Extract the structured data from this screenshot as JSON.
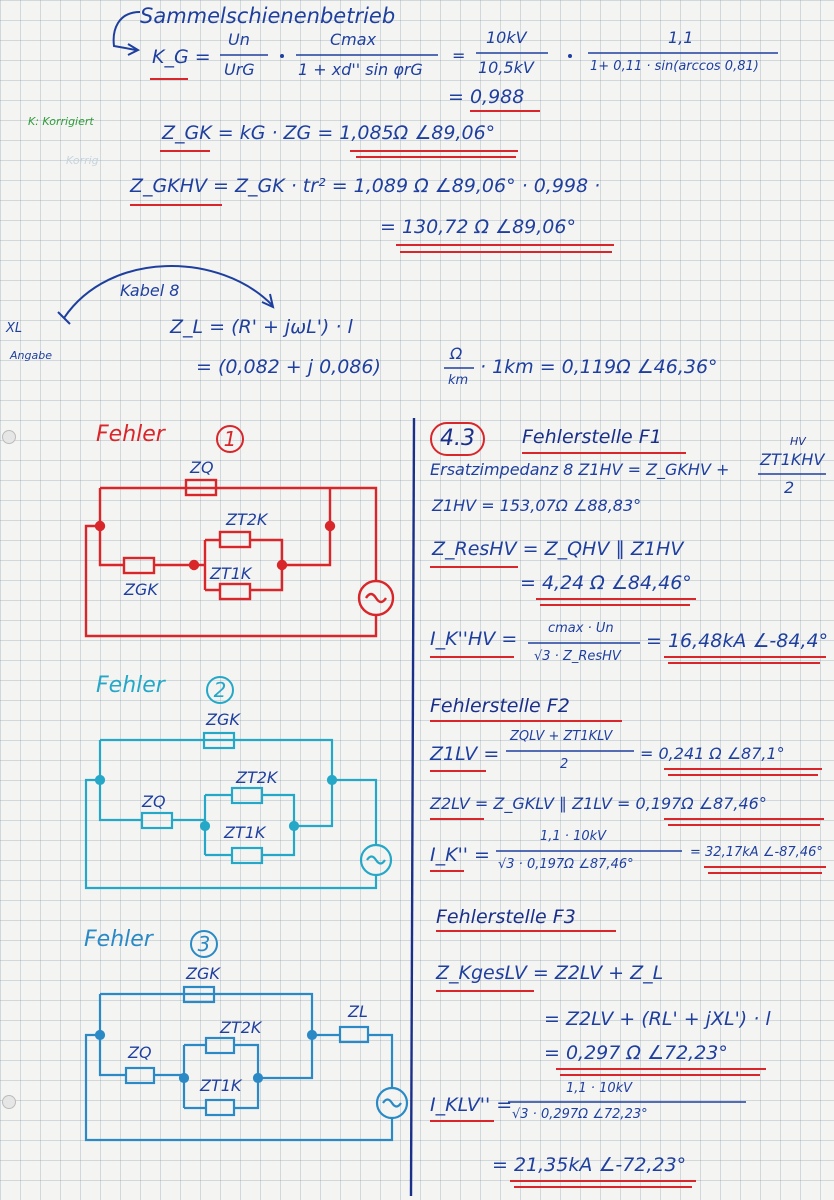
{
  "top": {
    "heading": "Sammelschienenbetrieb",
    "kg_lhs": "K_G =",
    "kg_frac1_num": "Un",
    "kg_frac1_den": "UrG",
    "kg_frac2_num": "Cmax",
    "kg_frac2_den": "1 + xd'' sin φrG",
    "kg_eq": "=",
    "kg_frac3_num": "10kV",
    "kg_frac3_den": "10,5kV",
    "kg_frac4_num": "1,1",
    "kg_frac4_den": "1+ 0,11 · sin(arccos 0,81)",
    "kg_result": "= 0,988",
    "note_green": "K: Korrigiert",
    "note_faint": "Korrig",
    "zgk_line": "Z_GK = kG · ZG = 1,085Ω ∠89,06°",
    "zgkhv_line1": "Z_GKHV = Z_GK · tr² = 1,089 Ω ∠89,06° · 0,998 ·",
    "zgkhv_line2": "= 130,72 Ω ∠89,06°"
  },
  "kabel": {
    "label": "Kabel 8",
    "side_label_1": "XL",
    "side_label_2": "Angabe",
    "zl_line1": "Z_L = (R' + jωL') · l",
    "zl_line2": "= (0,082 + j 0,086)",
    "zl_unit_num": "Ω",
    "zl_unit_den": "km",
    "zl_line2_tail": "· 1km = 0,119Ω ∠46,36°"
  },
  "left": {
    "f1_title": "Fehler",
    "f1_num": "1",
    "f2_title": "Fehler",
    "f2_num": "2",
    "f3_title": "Fehler",
    "f3_num": "3",
    "lbl_zq": "ZQ",
    "lbl_zt2k": "ZT2K",
    "lbl_zt1k": "ZT1K",
    "lbl_zgk": "ZGK",
    "lbl_zl": "ZL"
  },
  "right": {
    "sec_num": "4.3",
    "f1_title": "Fehlerstelle F1",
    "hv_sup": "HV",
    "ers_line": "Ersatzimpedanz 8 Z1HV = Z_GKHV +",
    "ers_frac_num": "ZT1KHV",
    "ers_frac_den": "2",
    "z1hv_line": "Z1HV = 153,07Ω ∠88,83°",
    "zres_line1": "Z_ResHV = Z_QHV ∥ Z1HV",
    "zres_line2": "= 4,24 Ω ∠84,46°",
    "ik_lhs": "I_K''HV =",
    "ik_num": "cmax · Un",
    "ik_den": "√3 · Z_ResHV",
    "ik_res": "= 16,48kA ∠-84,4°",
    "f2_title": "Fehlerstelle F2",
    "z1lv_lhs": "Z1LV =",
    "z1lv_num": "ZQLV + ZT1KLV",
    "z1lv_den": "2",
    "z1lv_res": "= 0,241 Ω ∠87,1°",
    "z2lv_line": "Z2LV = Z_GKLV ∥ Z1LV = 0,197Ω ∠87,46°",
    "ik2_lhs": "I_K'' =",
    "ik2_num": "1,1 · 10kV",
    "ik2_den": "√3 · 0,197Ω ∠87,46°",
    "ik2_res": "= 32,17kA ∠-87,46°",
    "f3_title": "Fehlerstelle F3",
    "zkges_line": "Z_KgesLV = Z2LV + Z_L",
    "zkges_line2": "= Z2LV + (RL' + jXL') · l",
    "zkges_line3": "= 0,297 Ω ∠72,23°",
    "iklv_lhs": "I_KLV'' =",
    "iklv_num": "1,1 · 10kV",
    "iklv_den": "√3 · 0,297Ω ∠72,23°",
    "iklv_res": "= 21,35kA ∠-72,23°"
  }
}
